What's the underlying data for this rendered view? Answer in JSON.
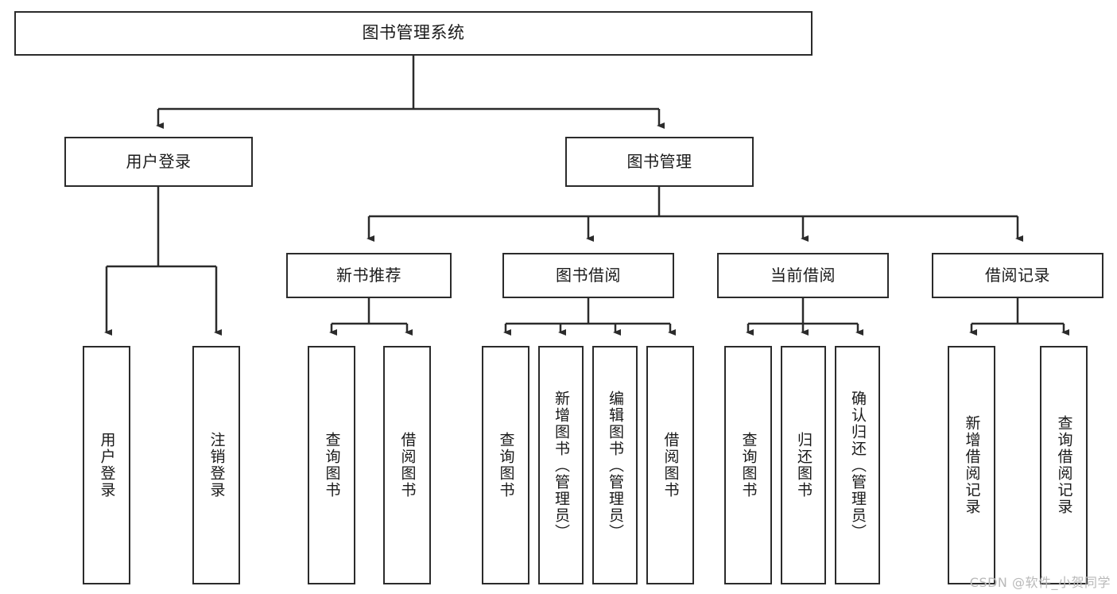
{
  "diagram": {
    "type": "hierarchy-tree",
    "title": "图书管理系统",
    "root": {
      "id": "root",
      "label": "图书管理系统"
    },
    "level2": [
      {
        "id": "user-login",
        "label": "用户登录"
      },
      {
        "id": "book-manage",
        "label": "图书管理"
      }
    ],
    "level3": [
      {
        "id": "new-book-recommend",
        "label": "新书推荐",
        "parent": "book-manage"
      },
      {
        "id": "book-borrow",
        "label": "图书借阅",
        "parent": "book-manage"
      },
      {
        "id": "current-borrow",
        "label": "当前借阅",
        "parent": "book-manage"
      },
      {
        "id": "borrow-record",
        "label": "借阅记录",
        "parent": "book-manage"
      }
    ],
    "leaves": [
      {
        "id": "leaf-user-login",
        "label": "用户登录",
        "parent": "user-login"
      },
      {
        "id": "leaf-logout-login",
        "label": "注销登录",
        "parent": "user-login"
      },
      {
        "id": "leaf-query-book-1",
        "label": "查询图书",
        "parent": "new-book-recommend"
      },
      {
        "id": "leaf-borrow-book-1",
        "label": "借阅图书",
        "parent": "new-book-recommend"
      },
      {
        "id": "leaf-query-book-2",
        "label": "查询图书",
        "parent": "book-borrow"
      },
      {
        "id": "leaf-add-book",
        "label": "新增图书（管理员）",
        "parent": "book-borrow"
      },
      {
        "id": "leaf-edit-book",
        "label": "编辑图书（管理员）",
        "parent": "book-borrow"
      },
      {
        "id": "leaf-borrow-book-2",
        "label": "借阅图书",
        "parent": "book-borrow"
      },
      {
        "id": "leaf-query-book-3",
        "label": "查询图书",
        "parent": "current-borrow"
      },
      {
        "id": "leaf-return-book",
        "label": "归还图书",
        "parent": "current-borrow"
      },
      {
        "id": "leaf-confirm-return",
        "label": "确认归还（管理员）",
        "parent": "current-borrow"
      },
      {
        "id": "leaf-add-record",
        "label": "新增借阅记录",
        "parent": "borrow-record"
      },
      {
        "id": "leaf-query-record",
        "label": "查询借阅记录",
        "parent": "borrow-record"
      }
    ],
    "colors": {
      "stroke": "#2b2b2b",
      "fill": "#ffffff",
      "text": "#1a1a1a",
      "watermark": "#b9b9b9"
    }
  },
  "watermark": {
    "text": "CSDN @软件_小贺同学"
  }
}
